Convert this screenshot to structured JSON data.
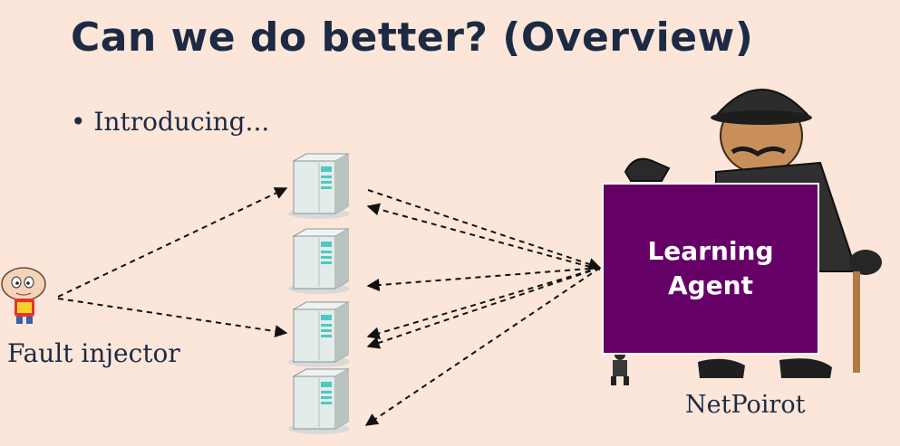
{
  "slide": {
    "title": "Can we do better? (Overview)",
    "bullet": "• Introducing...",
    "fault_injector_label": "Fault injector",
    "agent_label": "Learning\nAgent",
    "netpoirot_label": "NetPoirot"
  },
  "colors": {
    "background": "#fbe6d9",
    "text": "#1c2a44",
    "agent_box": "#650067"
  },
  "icons": [
    "fault-injector-character-icon",
    "server-icon",
    "detective-icon"
  ]
}
